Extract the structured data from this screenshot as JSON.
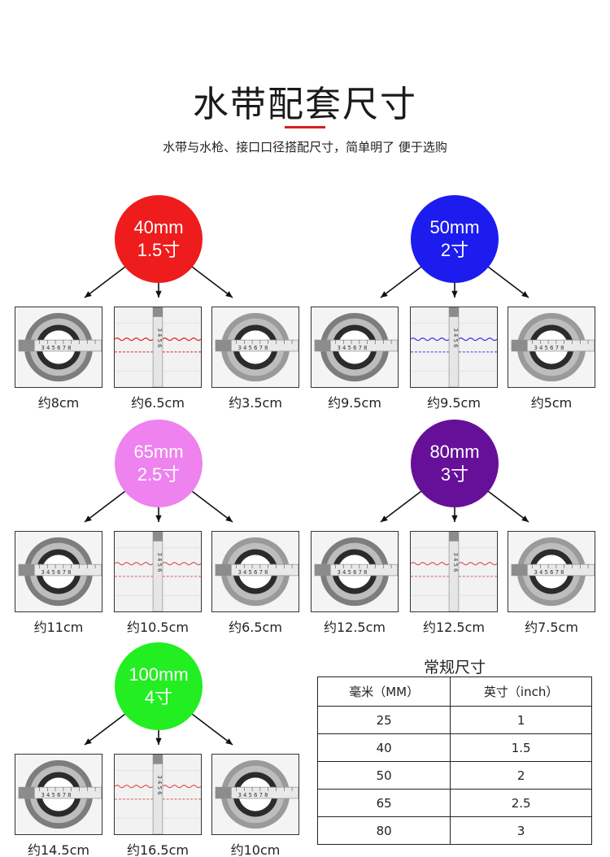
{
  "header": {
    "title": "水带配套尺寸",
    "subtitle": "水带与水枪、接口口径搭配尺寸，简单明了 便于选购",
    "accent_color": "#d42020"
  },
  "groups": [
    {
      "size_mm": "40mm",
      "size_cun": "1.5寸",
      "color": "#ee1c1c",
      "stripe_color": "#e02020",
      "captions": [
        "约8cm",
        "约6.5cm",
        "约3.5cm"
      ]
    },
    {
      "size_mm": "50mm",
      "size_cun": "2寸",
      "color": "#1c1cee",
      "stripe_color": "#3a3ad8",
      "captions": [
        "约9.5cm",
        "约9.5cm",
        "约5cm"
      ]
    },
    {
      "size_mm": "65mm",
      "size_cun": "2.5寸",
      "color": "#ee82ee",
      "stripe_color": "#e05a5a",
      "captions": [
        "约11cm",
        "约10.5cm",
        "约6.5cm"
      ]
    },
    {
      "size_mm": "80mm",
      "size_cun": "3寸",
      "color": "#66109a",
      "stripe_color": "#e05a5a",
      "captions": [
        "约12.5cm",
        "约12.5cm",
        "约7.5cm"
      ]
    },
    {
      "size_mm": "100mm",
      "size_cun": "4寸",
      "color": "#22ee22",
      "stripe_color": "#e05a5a",
      "captions": [
        "约14.5cm",
        "约16.5cm",
        "约10cm"
      ]
    }
  ],
  "photo_labels": {
    "coupling_a": "icon:hose-coupling-with-tape-measure",
    "hose": "icon:flat-hose-with-tape-measure",
    "coupling_b": "icon:nozzle-coupling-with-tape-measure"
  },
  "size_table": {
    "title": "常规尺寸",
    "headers": [
      "毫米（MM）",
      "英寸（inch）"
    ],
    "rows": [
      [
        "25",
        "1"
      ],
      [
        "40",
        "1.5"
      ],
      [
        "50",
        "2"
      ],
      [
        "65",
        "2.5"
      ],
      [
        "80",
        "3"
      ]
    ]
  }
}
